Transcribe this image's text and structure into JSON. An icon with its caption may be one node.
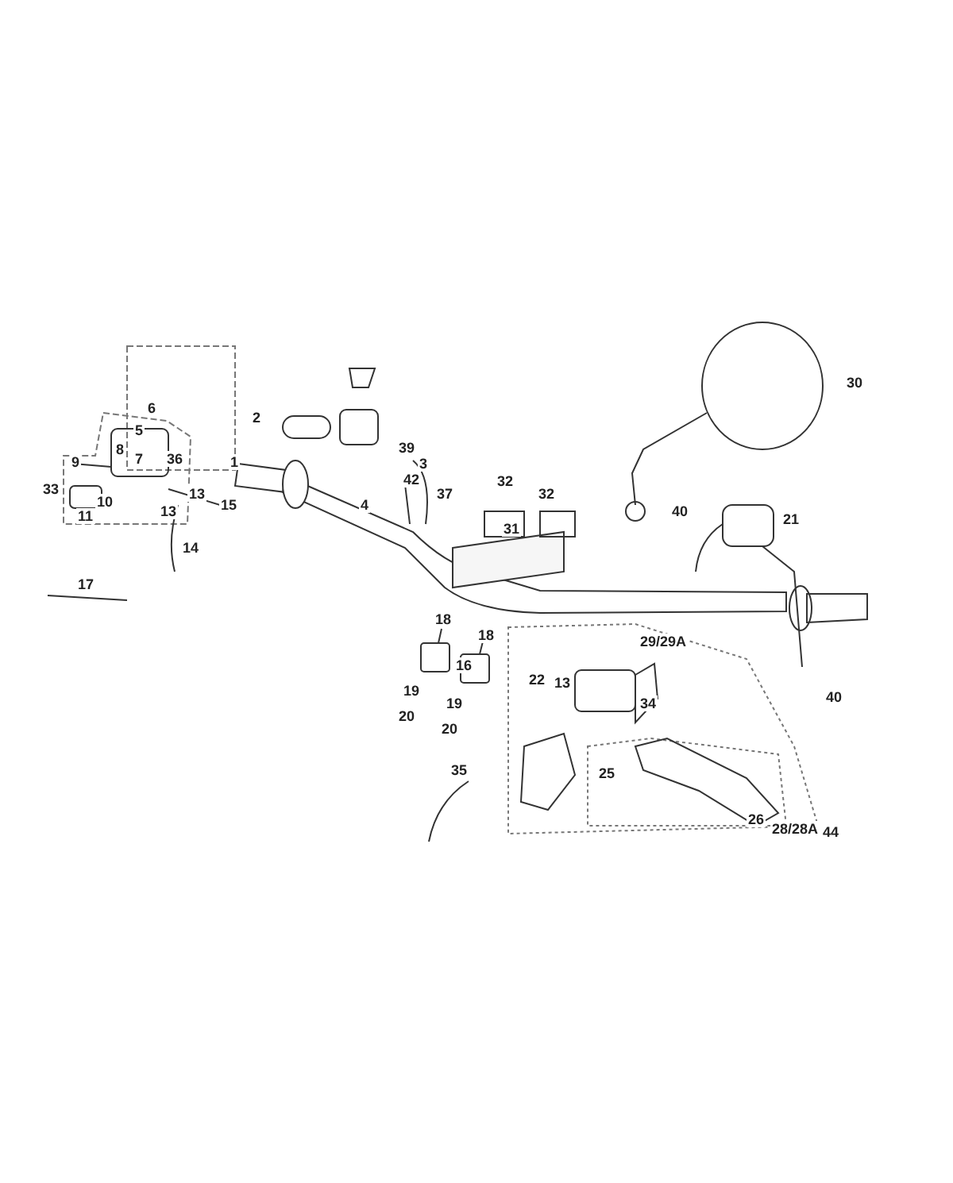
{
  "diagram": {
    "labels": [
      "30",
      "6",
      "2",
      "5",
      "8",
      "39",
      "7",
      "36",
      "9",
      "3",
      "1",
      "42",
      "32",
      "33",
      "37",
      "13",
      "32",
      "10",
      "4",
      "15",
      "13",
      "11",
      "40",
      "21",
      "31",
      "14",
      "17",
      "18",
      "18",
      "29/29A",
      "16",
      "22",
      "13",
      "19",
      "34",
      "40",
      "19",
      "20",
      "20",
      "35",
      "25",
      "26",
      "28/28A",
      "44"
    ]
  }
}
